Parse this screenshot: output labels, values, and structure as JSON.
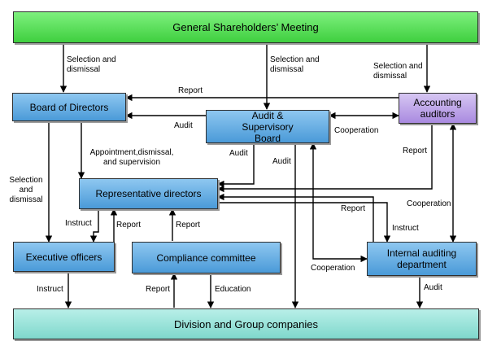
{
  "boxes": {
    "shareholders": "General Shareholders’ Meeting",
    "board": "Board of Directors",
    "audit_board": "Audit & Supervisory Board",
    "accounting": "Accounting auditors",
    "representative": "Representative directors",
    "executive": "Executive officers",
    "compliance": "Compliance committee",
    "internal_audit": "Internal auditing department",
    "division": "Division and Group companies"
  },
  "labels": {
    "sel_dis_1": "Selection and dismissal",
    "sel_dis_2": "Selection and dismissal",
    "sel_dis_3": "Selection and dismissal",
    "sel_dis_4": "Selection and dismissal",
    "report_top": "Report",
    "audit_board_to_board": "Audit",
    "appointment": "Appointment,dismissal, and supervision",
    "audit_to_rep": "Audit",
    "audit_down": "Audit",
    "cooperation_top": "Cooperation",
    "report_acc": "Report",
    "cooperation_right": "Cooperation",
    "report_ia": "Report",
    "instruct_ia": "Instruct",
    "instruct_exec": "Instruct",
    "report_exec": "Report",
    "report_comp": "Report",
    "cooperation_bottom": "Cooperation",
    "instruct_div": "Instruct",
    "report_div": "Report",
    "education": "Education",
    "audit_ia": "Audit"
  }
}
